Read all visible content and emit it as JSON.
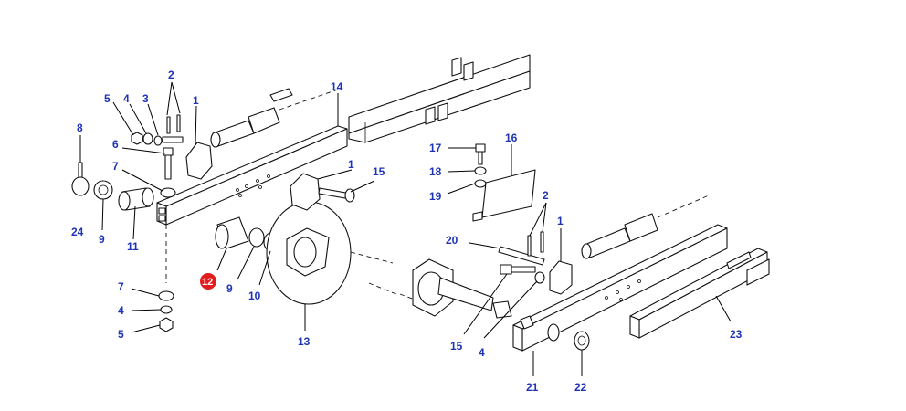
{
  "diagram": {
    "highlight_color": "#e11d1d",
    "callout_color": "#1f33b5",
    "callouts": [
      {
        "id": "c-2-top",
        "text": "2"
      },
      {
        "id": "c-5-top",
        "text": "5"
      },
      {
        "id": "c-4-top",
        "text": "4"
      },
      {
        "id": "c-3",
        "text": "3"
      },
      {
        "id": "c-1-top",
        "text": "1"
      },
      {
        "id": "c-14",
        "text": "14"
      },
      {
        "id": "c-8",
        "text": "8"
      },
      {
        "id": "c-6",
        "text": "6"
      },
      {
        "id": "c-7-top",
        "text": "7"
      },
      {
        "id": "c-24",
        "text": "24"
      },
      {
        "id": "c-9-left",
        "text": "9"
      },
      {
        "id": "c-11",
        "text": "11"
      },
      {
        "id": "c-1-mid",
        "text": "1"
      },
      {
        "id": "c-15-top",
        "text": "15"
      },
      {
        "id": "c-7-bot",
        "text": "7"
      },
      {
        "id": "c-4-bot",
        "text": "4"
      },
      {
        "id": "c-5-bot",
        "text": "5"
      },
      {
        "id": "c-12",
        "text": "12"
      },
      {
        "id": "c-9-mid",
        "text": "9"
      },
      {
        "id": "c-10",
        "text": "10"
      },
      {
        "id": "c-13",
        "text": "13"
      },
      {
        "id": "c-17",
        "text": "17"
      },
      {
        "id": "c-18",
        "text": "18"
      },
      {
        "id": "c-19",
        "text": "19"
      },
      {
        "id": "c-16",
        "text": "16"
      },
      {
        "id": "c-2-right",
        "text": "2"
      },
      {
        "id": "c-1-right",
        "text": "1"
      },
      {
        "id": "c-20",
        "text": "20"
      },
      {
        "id": "c-15-bot",
        "text": "15"
      },
      {
        "id": "c-4-right",
        "text": "4"
      },
      {
        "id": "c-21",
        "text": "21"
      },
      {
        "id": "c-22",
        "text": "22"
      },
      {
        "id": "c-23",
        "text": "23"
      }
    ]
  }
}
